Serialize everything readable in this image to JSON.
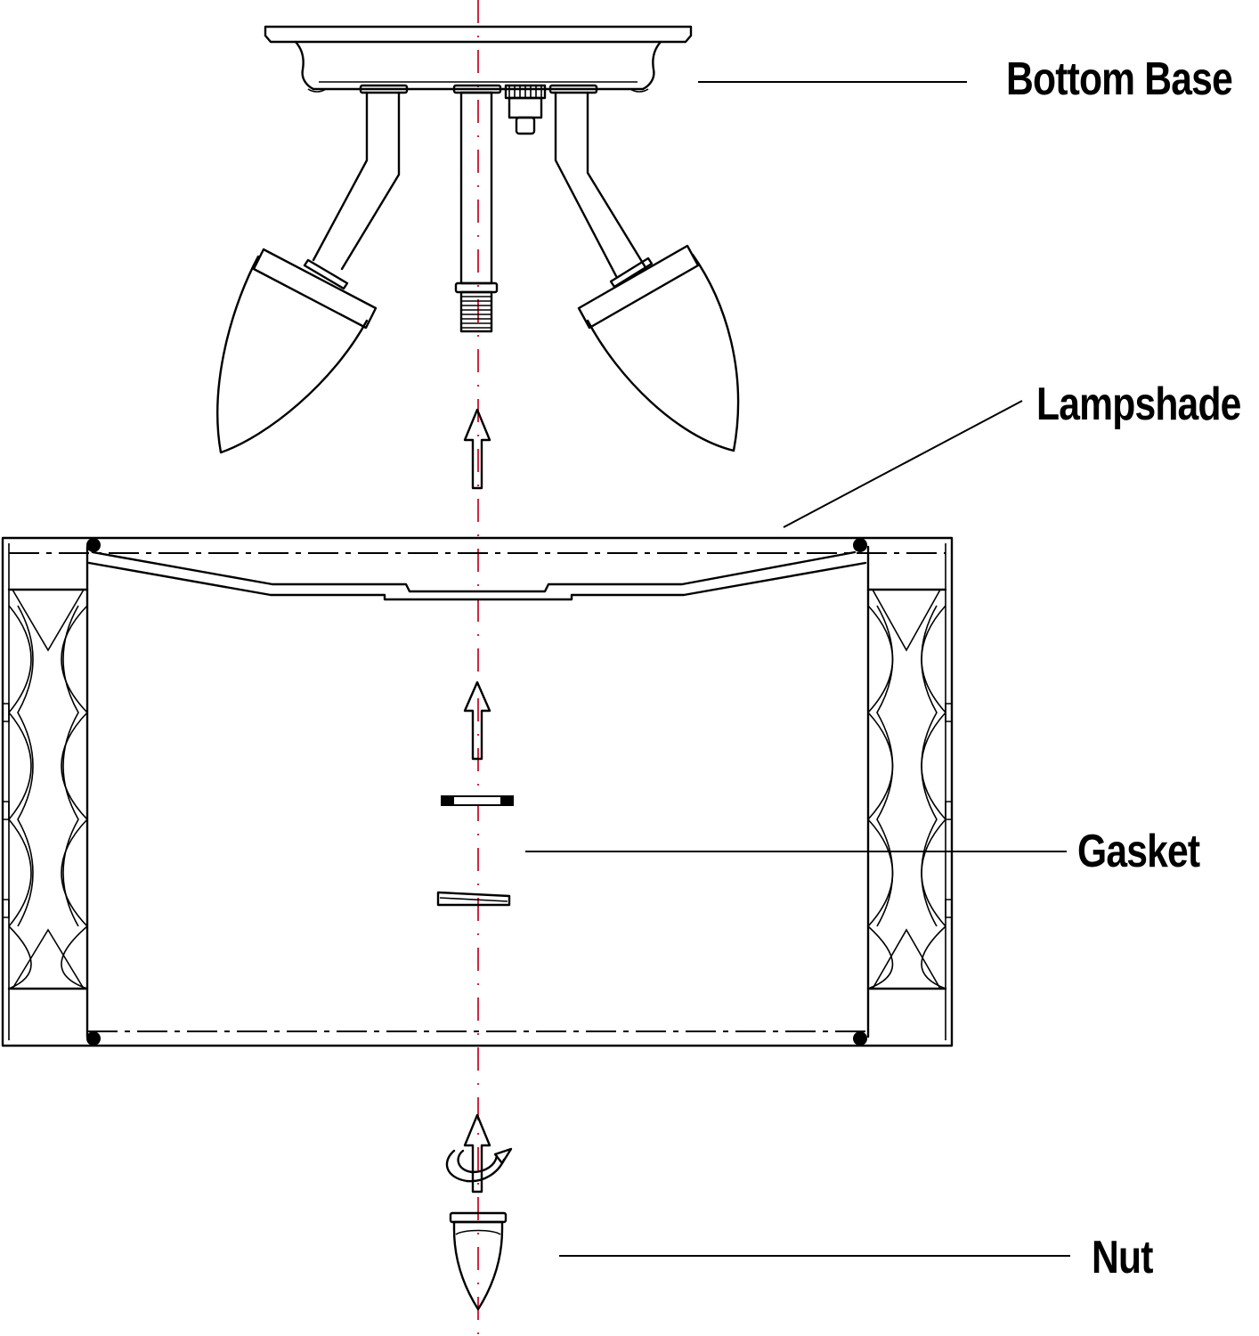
{
  "labels": {
    "bottom_base": "Bottom Base",
    "lampshade": "Lampshade",
    "gasket": "Gasket",
    "nut": "Nut"
  },
  "colors": {
    "line": "#000000",
    "axis": "#c8102e",
    "background": "#ffffff"
  }
}
